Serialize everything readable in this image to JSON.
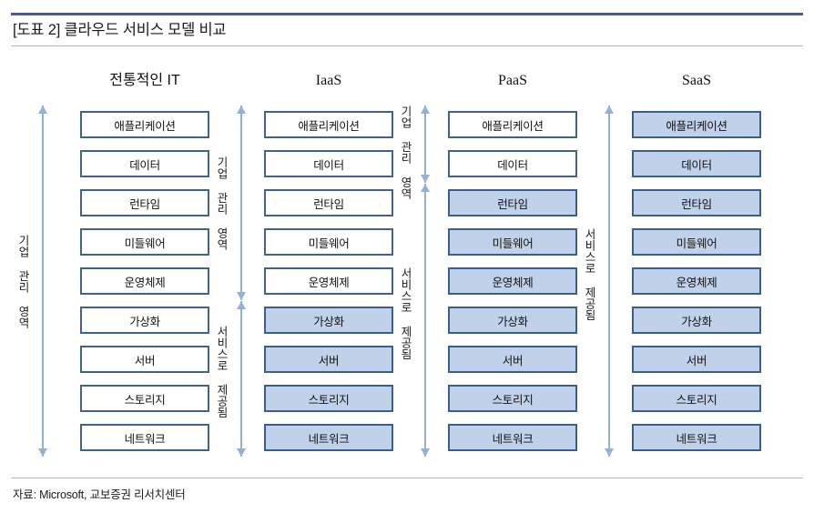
{
  "figure": {
    "title": "[도표 2] 클라우드 서비스 모델 비교",
    "source": "자료: Microsoft, 교보증권 리서치센터",
    "accent_rule_color": "#4a5f87",
    "box_border_color": "#41618f",
    "box_fill_color": "#c0d1ea",
    "arrow_color": "#93b1d8"
  },
  "layers": [
    "애플리케이션",
    "데이터",
    "런타임",
    "미들웨어",
    "운영체제",
    "가상화",
    "서버",
    "스토리지",
    "네트워크"
  ],
  "legend": {
    "managed": "기업 관리 영역",
    "provided": "서비스로 제공됨"
  },
  "columns": [
    {
      "title": "전통적인 IT",
      "cells": [
        {
          "label": "애플리케이션",
          "filled": false
        },
        {
          "label": "데이터",
          "filled": false
        },
        {
          "label": "런타임",
          "filled": false
        },
        {
          "label": "미들웨어",
          "filled": false
        },
        {
          "label": "운영체제",
          "filled": false
        },
        {
          "label": "가상화",
          "filled": false
        },
        {
          "label": "서버",
          "filled": false
        },
        {
          "label": "스토리지",
          "filled": false
        },
        {
          "label": "네트워크",
          "filled": false
        }
      ],
      "managed_count": 9,
      "provided_count": 0
    },
    {
      "title": "IaaS",
      "cells": [
        {
          "label": "애플리케이션",
          "filled": false
        },
        {
          "label": "데이터",
          "filled": false
        },
        {
          "label": "런타임",
          "filled": false
        },
        {
          "label": "미들웨어",
          "filled": false
        },
        {
          "label": "운영체제",
          "filled": false
        },
        {
          "label": "가상화",
          "filled": true
        },
        {
          "label": "서버",
          "filled": true
        },
        {
          "label": "스토리지",
          "filled": true
        },
        {
          "label": "네트워크",
          "filled": true
        }
      ],
      "managed_count": 5,
      "provided_count": 4
    },
    {
      "title": "PaaS",
      "cells": [
        {
          "label": "애플리케이션",
          "filled": false
        },
        {
          "label": "데이터",
          "filled": false
        },
        {
          "label": "런타임",
          "filled": true
        },
        {
          "label": "미들웨어",
          "filled": true
        },
        {
          "label": "운영체제",
          "filled": true
        },
        {
          "label": "가상화",
          "filled": true
        },
        {
          "label": "서버",
          "filled": true
        },
        {
          "label": "스토리지",
          "filled": true
        },
        {
          "label": "네트워크",
          "filled": true
        }
      ],
      "managed_count": 2,
      "provided_count": 7
    },
    {
      "title": "SaaS",
      "cells": [
        {
          "label": "애플리케이션",
          "filled": true
        },
        {
          "label": "데이터",
          "filled": true
        },
        {
          "label": "런타임",
          "filled": true
        },
        {
          "label": "미들웨어",
          "filled": true
        },
        {
          "label": "운영체제",
          "filled": true
        },
        {
          "label": "가상화",
          "filled": true
        },
        {
          "label": "서버",
          "filled": true
        },
        {
          "label": "스토리지",
          "filled": true
        },
        {
          "label": "네트워크",
          "filled": true
        }
      ],
      "managed_count": 0,
      "provided_count": 9
    }
  ]
}
